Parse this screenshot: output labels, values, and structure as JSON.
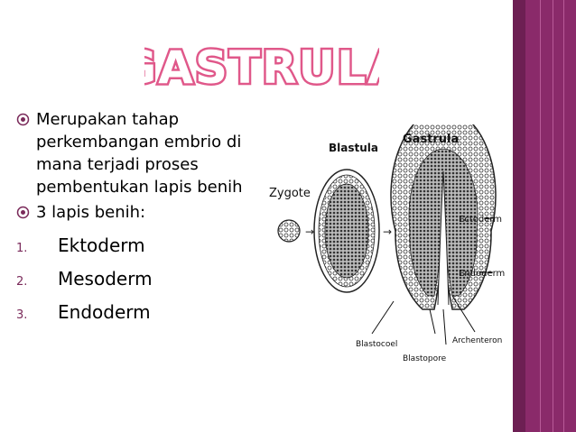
{
  "slide": {
    "title": "GASTRULA",
    "bullets": [
      {
        "text": "Merupakan tahap perkembangan embrio di mana terjadi proses pembentukan lapis benih"
      },
      {
        "text": "3 lapis benih:"
      }
    ],
    "layers": [
      {
        "num": "1.",
        "label": "Ektoderm"
      },
      {
        "num": "2.",
        "label": "Mesoderm"
      },
      {
        "num": "3.",
        "label": "Endoderm"
      }
    ]
  },
  "figure": {
    "zygote": "Zygote",
    "blastula": "Blastula",
    "gastrula": "Gastrula",
    "ectoderm": "Ectoderm",
    "endoderm": "Endoderm",
    "blastocoel": "Blastocoel",
    "archenteron": "Archenteron",
    "blastopore": "Blastopore"
  },
  "colors": {
    "title_fill": "#ffffff",
    "title_stroke": "#e0588a",
    "accent_bar": "#8a2a6a",
    "numbers": "#7a2a5a"
  }
}
